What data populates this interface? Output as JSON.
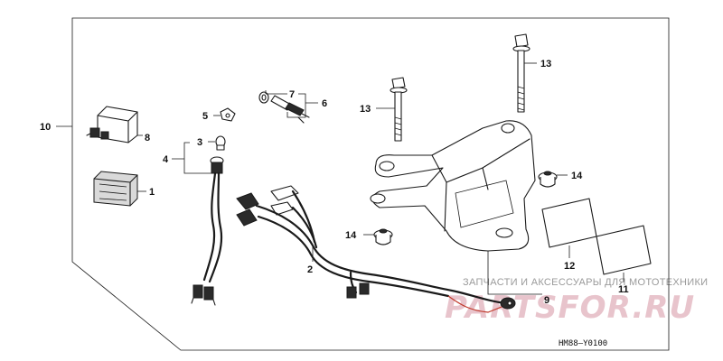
{
  "callouts": {
    "c1": "1",
    "c2": "2",
    "c3": "3",
    "c4": "4",
    "c5": "5",
    "c6": "6",
    "c7": "7",
    "c8": "8",
    "c9": "9",
    "c10": "10",
    "c11": "11",
    "c12": "12",
    "c13a": "13",
    "c13b": "13",
    "c14a": "14",
    "c14b": "14"
  },
  "diagram_code": "HM88–Y0100",
  "watermark": {
    "top_text": "ЗАПЧАСТИ И АКСЕССУАРЫ ДЛЯ МОТОТЕХНИКИ",
    "brand": "PARTSFOR.RU"
  }
}
